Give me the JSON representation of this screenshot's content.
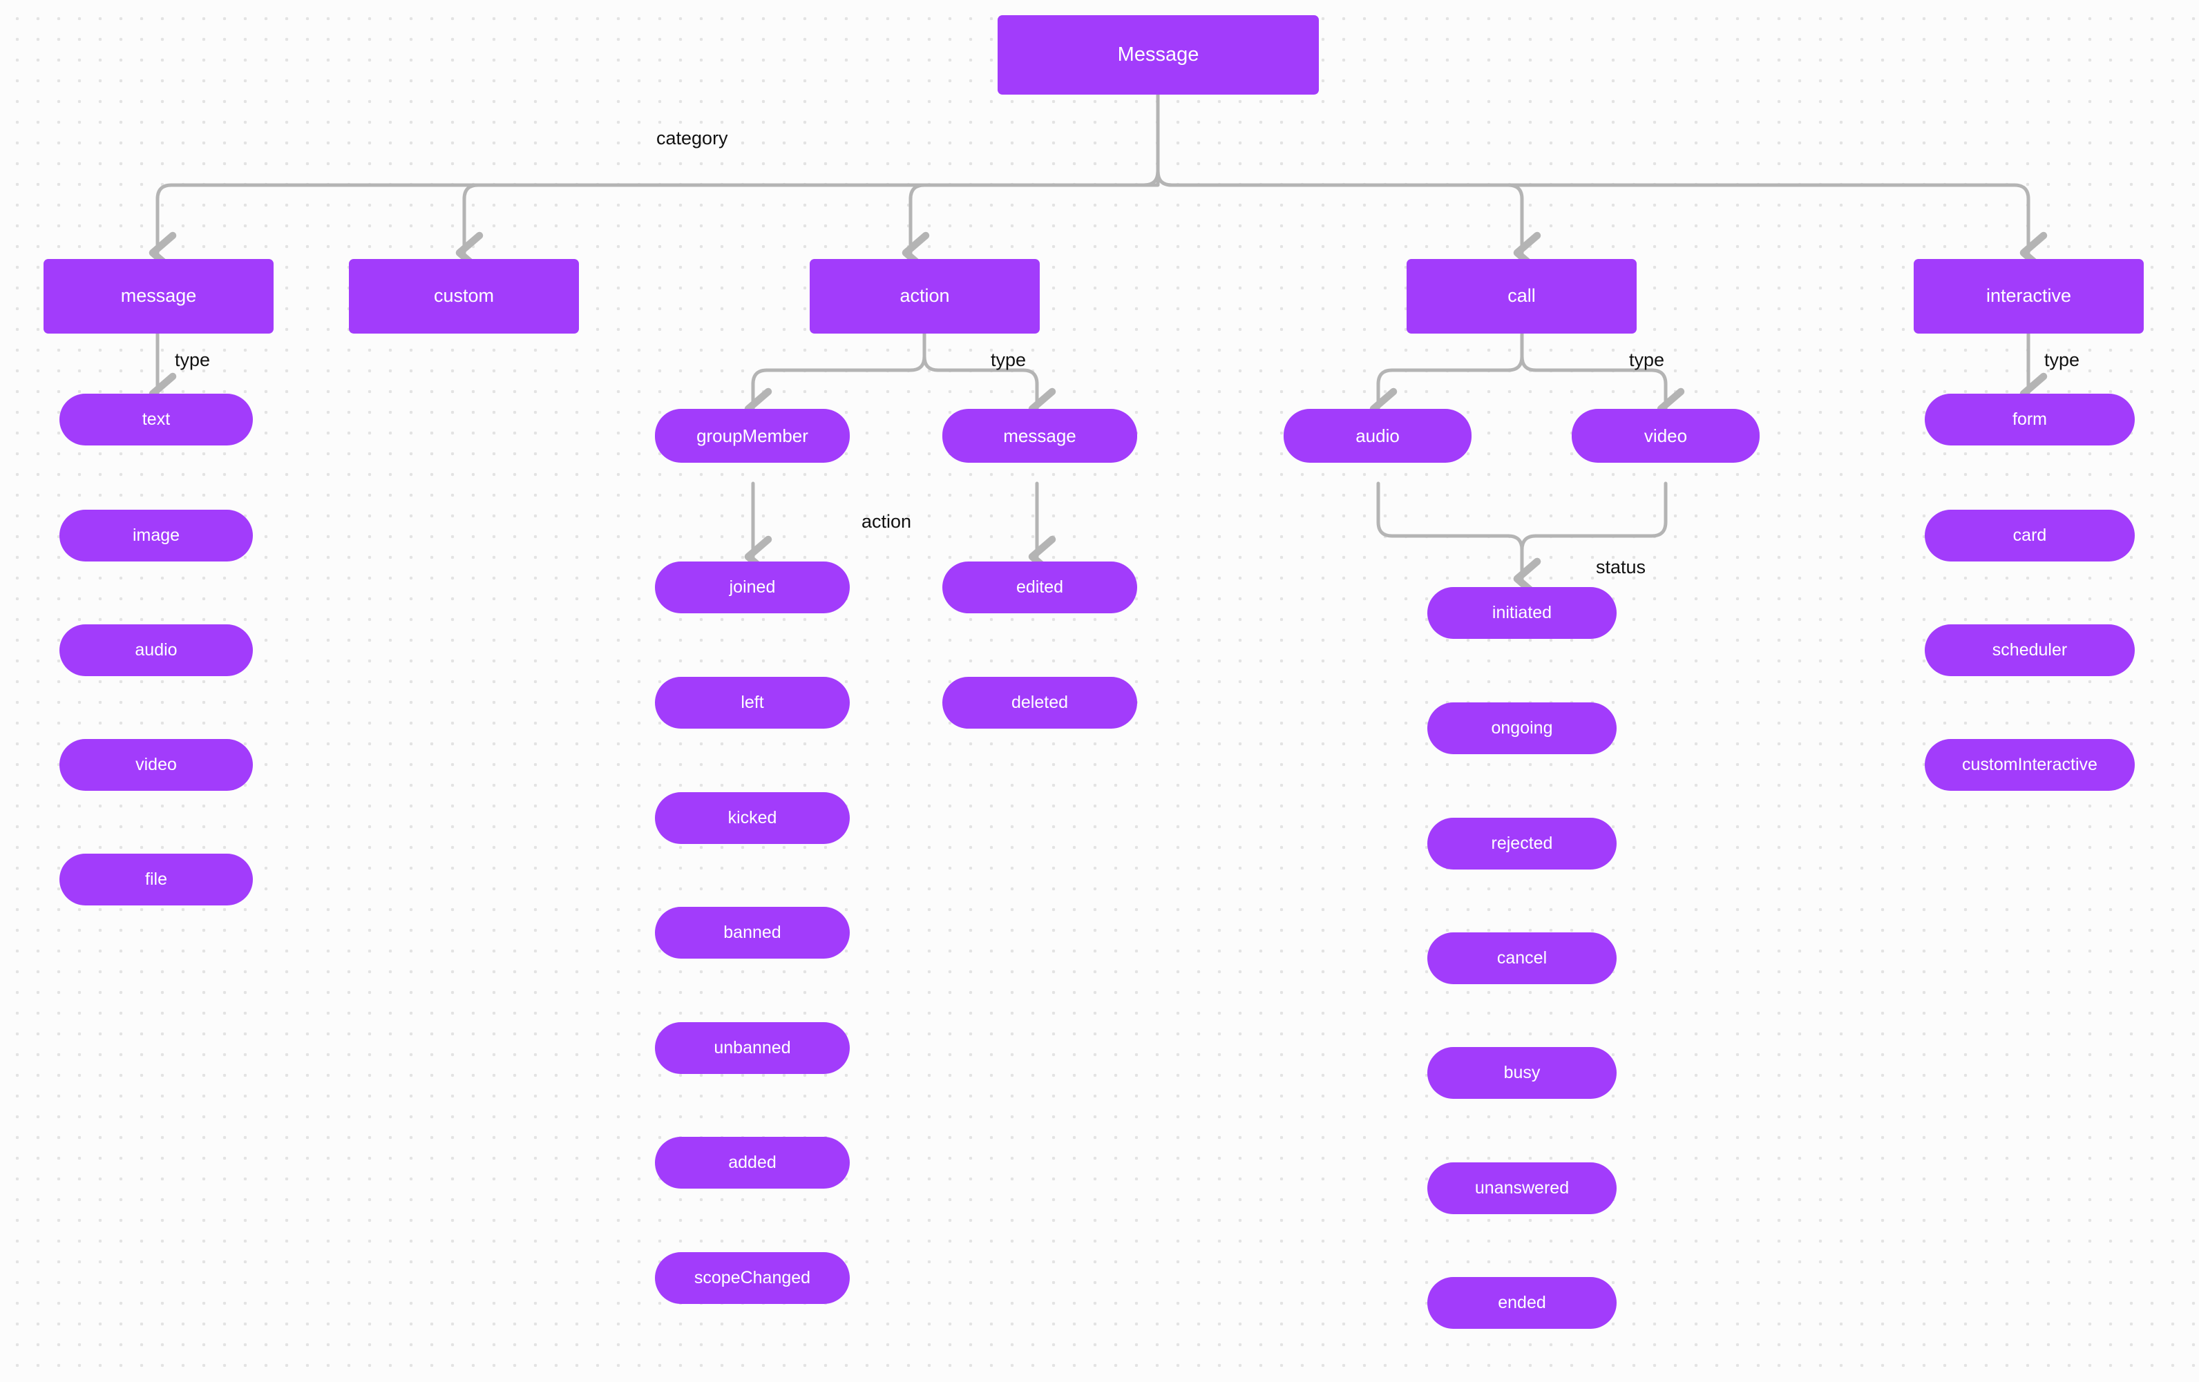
{
  "diagram": {
    "title": "Message",
    "theme": {
      "node_fill": "#a23cfb",
      "node_text": "#ffffff",
      "edge_color": "#b4b4b4",
      "label_text": "#111111",
      "background": "#fcfcfc",
      "grid_dot": "#e3e3e3"
    },
    "root": {
      "label": "Message"
    },
    "edge_labels": {
      "category": "category",
      "type": "type",
      "action": "action",
      "status": "status"
    },
    "branches": [
      {
        "id": "message",
        "label": "message",
        "edge_from_root": "category",
        "child_edge_label": "type",
        "children": [
          {
            "label": "text"
          },
          {
            "label": "image"
          },
          {
            "label": "audio"
          },
          {
            "label": "video"
          },
          {
            "label": "file"
          }
        ]
      },
      {
        "id": "custom",
        "label": "custom",
        "edge_from_root": "category",
        "child_edge_label": "",
        "children": []
      },
      {
        "id": "action",
        "label": "action",
        "edge_from_root": "category",
        "child_edge_label": "type",
        "subgroups": [
          {
            "id": "groupMember",
            "label": "groupMember",
            "child_edge_label": "action",
            "children": [
              {
                "label": "joined"
              },
              {
                "label": "left"
              },
              {
                "label": "kicked"
              },
              {
                "label": "banned"
              },
              {
                "label": "unbanned"
              },
              {
                "label": "added"
              },
              {
                "label": "scopeChanged"
              }
            ]
          },
          {
            "id": "action-message",
            "label": "message",
            "child_edge_label": "action",
            "children": [
              {
                "label": "edited"
              },
              {
                "label": "deleted"
              }
            ]
          }
        ]
      },
      {
        "id": "call",
        "label": "call",
        "edge_from_root": "category",
        "child_edge_label": "type",
        "subgroups": [
          {
            "id": "call-audio",
            "label": "audio",
            "child_edge_label": "status"
          },
          {
            "id": "call-video",
            "label": "video",
            "child_edge_label": "status"
          }
        ],
        "statuses": [
          {
            "label": "initiated"
          },
          {
            "label": "ongoing"
          },
          {
            "label": "rejected"
          },
          {
            "label": "cancel"
          },
          {
            "label": "busy"
          },
          {
            "label": "unanswered"
          },
          {
            "label": "ended"
          }
        ]
      },
      {
        "id": "interactive",
        "label": "interactive",
        "edge_from_root": "category",
        "child_edge_label": "type",
        "children": [
          {
            "label": "form"
          },
          {
            "label": "card"
          },
          {
            "label": "scheduler"
          },
          {
            "label": "customInteractive"
          }
        ]
      }
    ]
  }
}
